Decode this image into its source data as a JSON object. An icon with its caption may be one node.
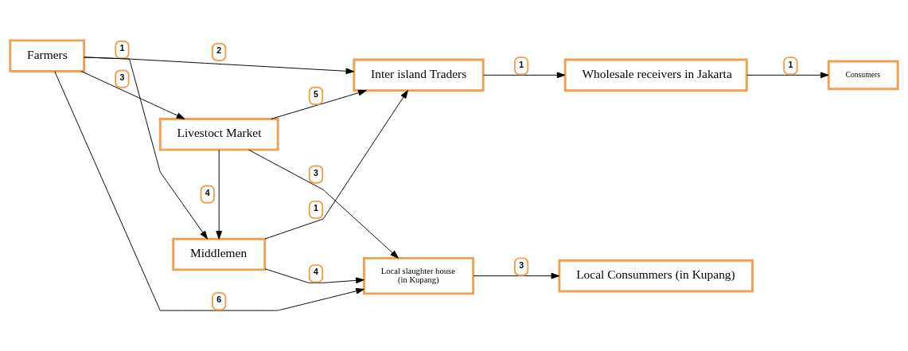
{
  "diagram": {
    "nodes": [
      {
        "text": [
          "Farmers"
        ]
      },
      {
        "text": [
          "Middlemen"
        ]
      },
      {
        "text": [
          "Inter island Traders"
        ]
      },
      {
        "text": [
          "Wholesale receivers in Jakarta"
        ]
      },
      {
        "text": [
          "Consumers"
        ]
      },
      {
        "text": [
          "Livestoct Market"
        ]
      },
      {
        "text": [
          "Local slaughter house",
          "(in Kupang)"
        ]
      },
      {
        "text": [
          "Local Consummers (in Kupang)"
        ]
      }
    ],
    "edges": [
      {
        "from": 0,
        "to": 1,
        "arrow": "to",
        "label": "1"
      },
      {
        "from": 1,
        "to": 2,
        "arrow": "to",
        "label": "1"
      },
      {
        "from": 2,
        "to": 3,
        "arrow": "to",
        "label": "1"
      },
      {
        "from": 3,
        "to": 4,
        "arrow": "to",
        "label": "1"
      },
      {
        "from": 0,
        "to": 2,
        "arrow": "to",
        "label": "2"
      },
      {
        "from": 1,
        "to": 6,
        "arrow": "to",
        "label": "4"
      },
      {
        "from": 5,
        "to": 1,
        "arrow": "to",
        "label": "4"
      },
      {
        "from": 5,
        "to": 2,
        "arrow": "to",
        "label": "5"
      },
      {
        "from": 0,
        "to": 5,
        "arrow": "to",
        "label": "3"
      },
      {
        "from": 5,
        "to": 6,
        "arrow": "to",
        "label": "3"
      },
      {
        "from": 6,
        "to": 7,
        "arrow": "to",
        "label": "3"
      },
      {
        "from": 0,
        "to": 6,
        "arrow": "to",
        "label": "6"
      }
    ]
  }
}
